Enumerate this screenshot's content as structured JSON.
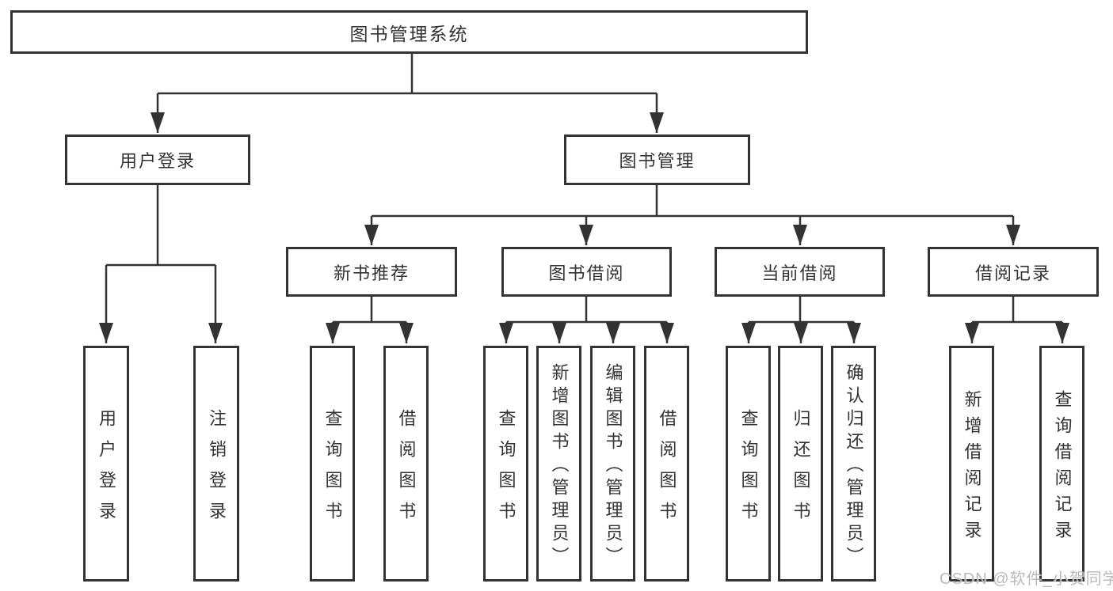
{
  "diagram": {
    "type": "hierarchy-tree"
  },
  "tree": {
    "label": "图书管理系统",
    "children": [
      {
        "label": "用户登录",
        "children": [
          {
            "label": "用户登录"
          },
          {
            "label": "注销登录"
          }
        ]
      },
      {
        "label": "图书管理",
        "children": [
          {
            "label": "新书推荐",
            "children": [
              {
                "label": "查询图书"
              },
              {
                "label": "借阅图书"
              }
            ]
          },
          {
            "label": "图书借阅",
            "children": [
              {
                "label": "查询图书"
              },
              {
                "label": "新增图书（管理员）"
              },
              {
                "label": "编辑图书（管理员）"
              },
              {
                "label": "借阅图书"
              }
            ]
          },
          {
            "label": "当前借阅",
            "children": [
              {
                "label": "查询图书"
              },
              {
                "label": "归还图书"
              },
              {
                "label": "确认归还（管理员）"
              }
            ]
          },
          {
            "label": "借阅记录",
            "children": [
              {
                "label": "新增借阅记录"
              },
              {
                "label": "查询借阅记录"
              }
            ]
          }
        ]
      }
    ]
  },
  "watermark": "CSDN @软件_小贺同学",
  "colors": {
    "line": "#333333",
    "box_border": "#333333",
    "text": "#333333",
    "background": "#ffffff",
    "watermark": "#b2b2b2"
  }
}
